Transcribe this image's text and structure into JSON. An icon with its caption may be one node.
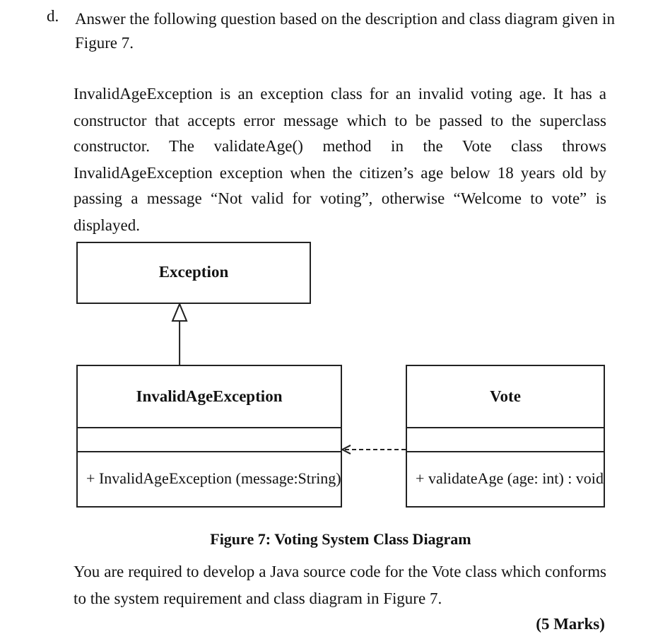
{
  "diagram": {
    "caption": "Figure 7: Voting System Class Diagram",
    "nodes": [
      {
        "text": [
          "Exception"
        ]
      },
      {
        "text": [
          "InvalidAgeException",
          "+ InvalidAgeException (message:String)"
        ]
      },
      {
        "text": [
          "Vote",
          "+ validateAge (age: int) : void"
        ]
      }
    ],
    "edges": [
      {
        "from": 1,
        "to": 0,
        "arrow": "to"
      },
      {
        "from": 2,
        "to": 1,
        "arrow": "to",
        "style": "dashed"
      }
    ],
    "labels": [
      "d.",
      "Answer the following question based on the description and class diagram given in Figure 7.",
      "InvalidAgeException is an exception class for an invalid voting age. It has a constructor that accepts error message which to be passed to the superclass constructor. The validateAge() method in the Vote class throws InvalidAgeException exception when the citizen’s age below 18 years old by passing a message “Not valid for voting”, otherwise “Welcome to vote” is displayed.",
      "You are required to develop a Java source code for the Vote class which conforms to the system requirement and class diagram in Figure 7.",
      "(5 Marks)"
    ]
  }
}
